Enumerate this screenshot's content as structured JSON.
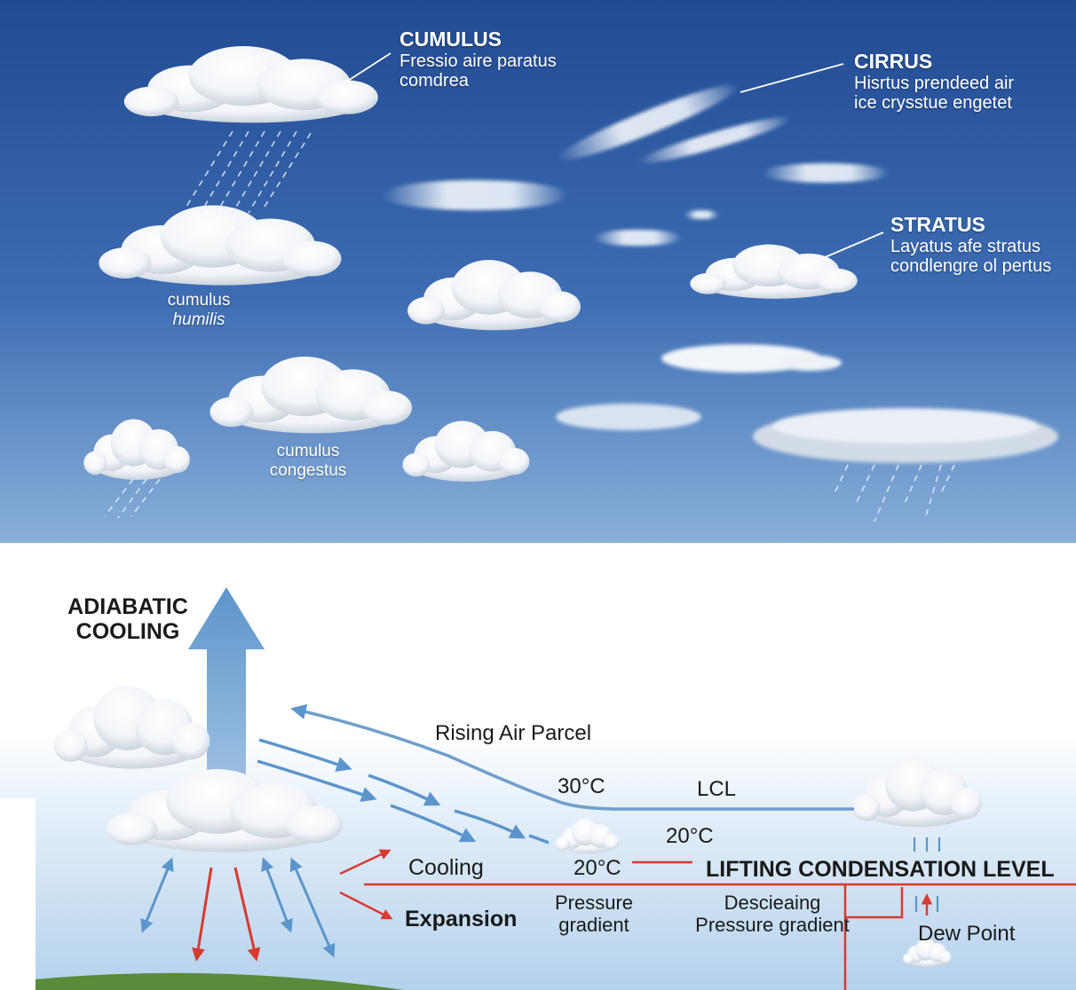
{
  "sky": {
    "callouts": {
      "cumulus": {
        "title": "CUMULUS",
        "line1": "Fressio aire paratus",
        "line2": "comdrea"
      },
      "cirrus": {
        "title": "CIRRUS",
        "line1": "Hisrtus prendeed air",
        "line2": "ice crysstue engetet"
      },
      "stratus": {
        "title": "STRATUS",
        "line1": "Layatus afe stratus",
        "line2": "condlengre ol pertus"
      }
    },
    "cloud_labels": {
      "humilis": {
        "line1": "cumulus",
        "line2": "humilis"
      },
      "congestus": {
        "line1": "cumulus",
        "line2": "congestus"
      }
    }
  },
  "process": {
    "adiabatic": {
      "line1": "ADIABATIC",
      "line2": "COOLING"
    },
    "rising_air_parcel": "Rising Air Parcel",
    "temp_30": "30°C",
    "lcl": "LCL",
    "temp_20_upper": "20°C",
    "temp_20_lower": "20°C",
    "cooling": "Cooling",
    "expansion": "Expansion",
    "lifting_condensation_level": "LIFTING CONDENSATION LEVEL",
    "pressure_gradient": {
      "line1": "Pressure",
      "line2": "gradient"
    },
    "descending_pressure_gradient": {
      "line1": "Descieaing",
      "line2": "Pressure gradient"
    },
    "dew_point": "Dew Point"
  },
  "colors": {
    "sky_top": "#244f96",
    "sky_bottom": "#86acd8",
    "arrow_blue": "#5b95cc",
    "arrow_red": "#d83a32",
    "lcl_line": "#6f9fcc",
    "ground": "#5a8a3a"
  }
}
